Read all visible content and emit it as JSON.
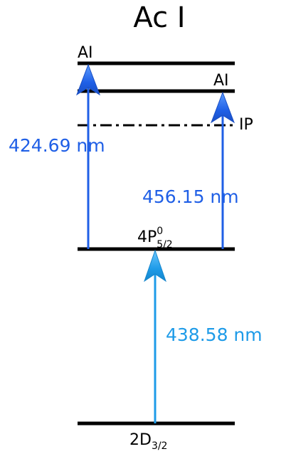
{
  "title": "Ac I",
  "levels": {
    "ai_upper": "AI",
    "ai_lower": "AI",
    "ip": "IP",
    "intermediate": {
      "base": "4P",
      "sup": "0",
      "sub": "5/2"
    },
    "ground": {
      "base": "2D",
      "sub": "3/2"
    }
  },
  "transitions": {
    "step1": "438.58 nm",
    "step2a": "424.69 nm",
    "step2b": "456.15 nm"
  },
  "colors": {
    "step1": "#1e9be8",
    "step2": "#1f5fe6",
    "level": "#000000"
  }
}
